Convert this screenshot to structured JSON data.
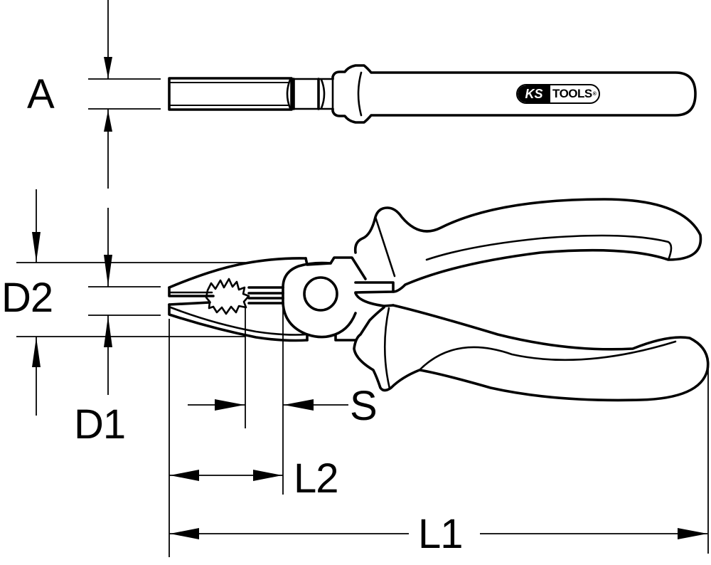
{
  "drawing": {
    "subject": "combination pliers dimension drawing",
    "stroke_color": "#000000",
    "background_color": "#ffffff"
  },
  "brand_logo": {
    "ks": "KS",
    "tools": "TOOLS",
    "registered": "®"
  },
  "dimensions": {
    "A": "A",
    "D1": "D1",
    "D2": "D2",
    "S": "S",
    "L1": "L1",
    "L2": "L2"
  }
}
